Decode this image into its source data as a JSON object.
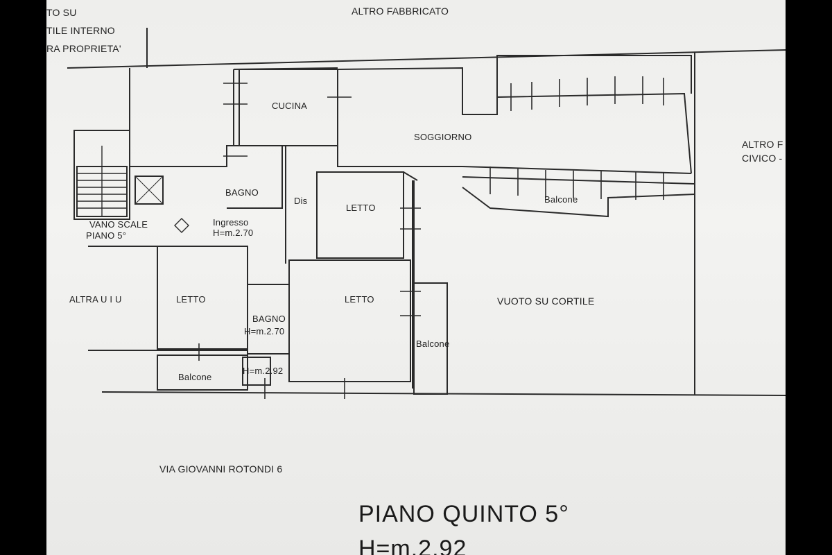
{
  "plan": {
    "top_left_note": [
      "TO SU",
      "TILE INTERNO",
      "RA PROPRIETA'"
    ],
    "top_center": "ALTRO FABBRICATO",
    "right_note": [
      "ALTRO F",
      "CIVICO -"
    ],
    "rooms": {
      "cucina": "CUCINA",
      "soggiorno": "SOGGIORNO",
      "bagno_top": "BAGNO",
      "dis": "Dis",
      "letto_center_top": "LETTO",
      "balcone_right": "Balcone",
      "ingresso": "Ingresso",
      "ingresso_height": "H=m.2.70",
      "vano_scale": "VANO SCALE",
      "piano_5": "PIANO 5°",
      "altra_uiu": "ALTRA U I U",
      "letto_left": "LETTO",
      "bagno_bottom": "BAGNO",
      "bagno_bottom_height": "H=m.2.70",
      "letto_center_bottom": "LETTO",
      "vuoto_cortile": "VUOTO SU CORTILE",
      "balcone_center": "Balcone",
      "balcone_left": "Balcone",
      "h_292": "H=m.2.92"
    },
    "street": "VIA GIOVANNI ROTONDI 6",
    "floor_title": "PIANO QUINTO 5°",
    "floor_height": "H=m.2.92"
  }
}
